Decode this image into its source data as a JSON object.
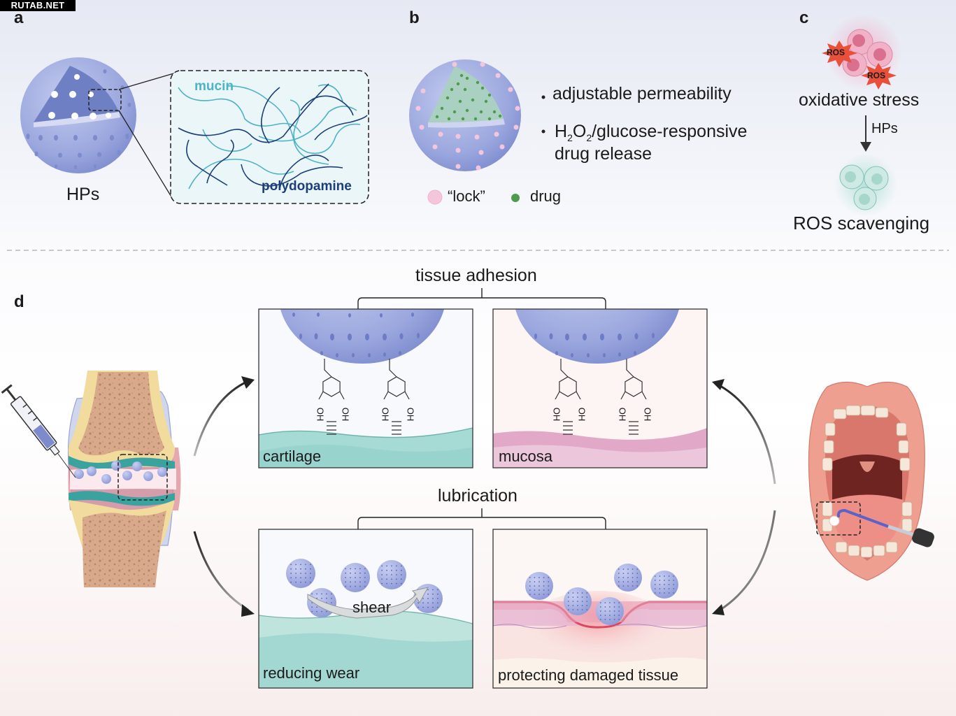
{
  "watermark": "RUTAB.NET",
  "panel_a": {
    "letter": "a",
    "particle_label": "HPs",
    "zoom_labels": {
      "mucin": "mucin",
      "polydopamine": "polydopamine"
    }
  },
  "panel_b": {
    "letter": "b",
    "bullets": [
      "adjustable permeability",
      "H2O2/glucose-responsive",
      "drug release"
    ],
    "bullet2_parts": {
      "h": "H",
      "sub1": "2",
      "o": "O",
      "sub2": "2",
      "rest": "/glucose-responsive"
    },
    "legend": [
      {
        "label": "“lock”",
        "color": "#f3c6dc"
      },
      {
        "label": "drug",
        "color": "#4e9a4e"
      }
    ]
  },
  "panel_c": {
    "letter": "c",
    "ros_badges": [
      "ROS",
      "ROS"
    ],
    "top_label": "oxidative stress",
    "arrow_label": "HPs",
    "bottom_label": "ROS scavenging"
  },
  "panel_d": {
    "letter": "d",
    "tissue_adhesion": {
      "title": "tissue adhesion",
      "boxes": [
        {
          "label": "cartilage",
          "oh_labels": [
            "OH",
            "OH",
            "OH",
            "OH"
          ]
        },
        {
          "label": "mucosa",
          "oh_labels": [
            "OH",
            "OH",
            "OH",
            "OH"
          ]
        }
      ]
    },
    "lubrication": {
      "title": "lubrication",
      "boxes": [
        {
          "label": "reducing wear",
          "arrow_label": "shear"
        },
        {
          "label": "protecting damaged tissue"
        }
      ]
    }
  },
  "colors": {
    "particle": "#9aa6de",
    "mucin": "#4fb3c6",
    "polydopamine": "#1c3f7a",
    "cartilage": "#9fd6d0",
    "mucosa": "#e6b3cf",
    "ros": "#e8503a"
  }
}
